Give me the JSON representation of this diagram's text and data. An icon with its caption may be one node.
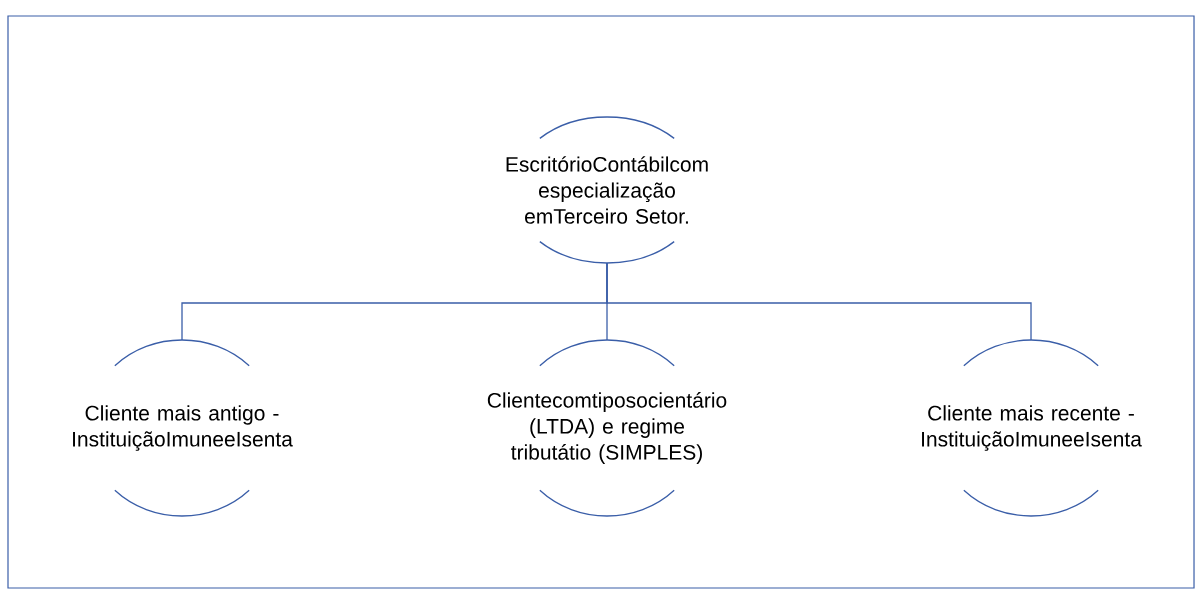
{
  "diagram": {
    "nodes": [
      {
        "text": [
          "EscritórioContábilcom especialização emTerceiro Setor."
        ]
      },
      {
        "text": [
          "Cliente mais antigo - InstituiçãoImuneeIsenta"
        ]
      },
      {
        "text": [
          "Clientecomtiposocientário (LTDA) e regime tributátio (SIMPLES)"
        ]
      },
      {
        "text": [
          "Cliente mais recente - InstituiçãoImuneeIsenta"
        ]
      }
    ],
    "edges": [
      {
        "from": 0,
        "to": 1,
        "arrow": "none"
      },
      {
        "from": 0,
        "to": 2,
        "arrow": "none"
      },
      {
        "from": 0,
        "to": 3,
        "arrow": "none"
      }
    ]
  }
}
